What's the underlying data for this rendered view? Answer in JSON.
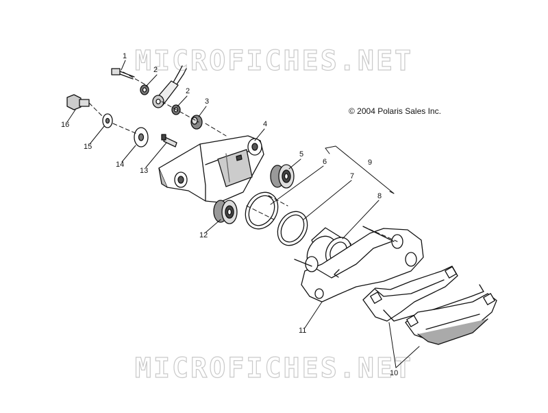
{
  "watermarks": [
    "MICROFICHES.NET",
    "MICROFICHES.NET"
  ],
  "copyright": "© 2004 Polaris Sales Inc.",
  "callouts": [
    "1",
    "2",
    "2",
    "3",
    "4",
    "5",
    "6",
    "7",
    "8",
    "9",
    "10",
    "11",
    "12",
    "13",
    "14",
    "15",
    "16"
  ],
  "colors": {
    "line": "#111111",
    "fill": "#ffffff",
    "shade": "#bdbdbd",
    "dark": "#555555",
    "watermark": "#c9c9c9"
  }
}
